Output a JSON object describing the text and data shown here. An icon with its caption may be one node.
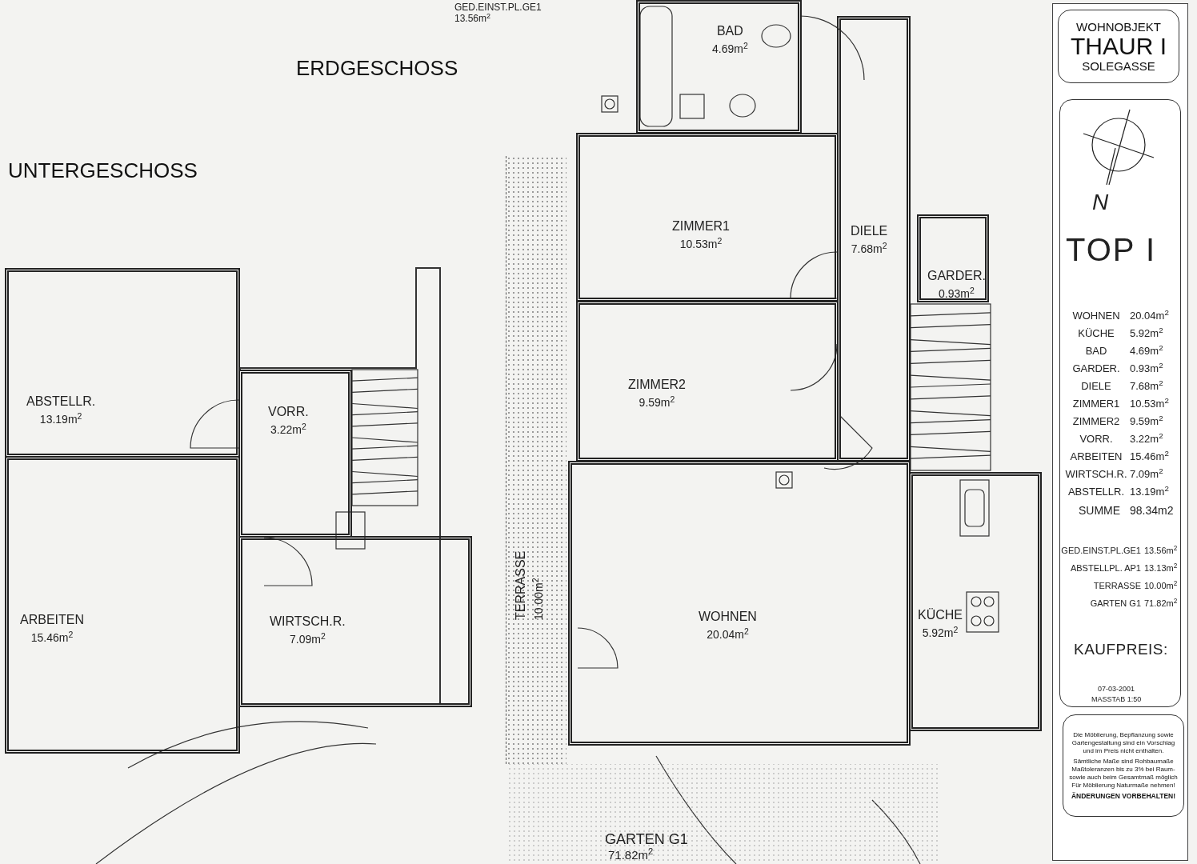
{
  "diagram": {
    "nodes": [
      {
        "text": [
          "WOHNOBJEKT",
          "THAUR I",
          "SOLEGASSE"
        ]
      },
      {
        "text": [
          "BAD",
          "4.69m$^{2}$"
        ]
      },
      {
        "text": [
          "ZIMMER1",
          "10.53m$^{2}$"
        ]
      },
      {
        "text": [
          "DIELE",
          "7.68m$^{2}$"
        ]
      },
      {
        "text": [
          "GARDER.",
          "0.93m$^{2}$"
        ]
      },
      {
        "text": [
          "ZIMMER2",
          "9.59m$^{2}$"
        ]
      },
      {
        "text": [
          "WOHNEN",
          "20.04m$^{2}$"
        ]
      },
      {
        "text": [
          "KÜCHE",
          "5.92m$^{2}$"
        ]
      },
      {
        "text": [
          "TERRASSE",
          "10.00m$^{2}$"
        ]
      },
      {
        "text": [
          "ABSTELLR.",
          "13.19m$^{2}$"
        ]
      },
      {
        "text": [
          "VORR.",
          "3.22m$^{2}$"
        ]
      },
      {
        "text": [
          "ARBEITEN",
          "15.46m$^{2}$"
        ]
      },
      {
        "text": [
          "WIRTSCH.R.",
          "7.09m$^{2}$"
        ]
      },
      {
        "text": [
          "Die Möblierung, Bepflanzung sowie Gartengestaltung sind ein Vorschlag und im Preis nicht enthalten.",
          "Sämtliche Maße sind Rohbaumaße Maßtoleranzen bis zu 3% bei Raum- sowie auch beim Gesamtmaß möglich Für Möblierung Naturmaße nehmen!",
          "ÄNDERUNGEN VORBEHALTEN!"
        ]
      }
    ],
    "edges": [],
    "labels": [
      "GED.EINST.PL.GE1",
      "13.56m$^{2}$",
      "ERDGESCHOSS",
      "UNTERGESCHOSS",
      "N",
      "TOP I",
      "WOHNEN",
      "20.04m$^{2}$",
      "KÜCHE",
      "5.92m$^{2}$",
      "BAD",
      "4.69m$^{2}$",
      "GARDER.",
      "0.93m$^{2}$",
      "DIELE",
      "7.68m$^{2}$",
      "ZIMMER1",
      "10.53m$^{2}$",
      "ZIMMER2",
      "9.59m$^{2}$",
      "VORR.",
      "3.22m$^{2}$",
      "ARBEITEN",
      "15.46m$^{2}$",
      "WIRTSCH.R.",
      "7.09m$^{2}$",
      "ABSTELLR.",
      "13.19m$^{2}$",
      "SUMME",
      "98.34m2",
      "GED.EINST.PL.GE1",
      "13.56m$^{2}$",
      "ABSTELLPL. AP1",
      "13.13m$^{2}$",
      "TERRASSE",
      "10.00m$^{2}$",
      "GARTEN G1",
      "71.82m$^{2}$",
      "KAUFPREIS:",
      "07-03-2001",
      "MASSTAB 1:50",
      "GARTEN G1",
      "71.82m$^{2}$"
    ]
  }
}
